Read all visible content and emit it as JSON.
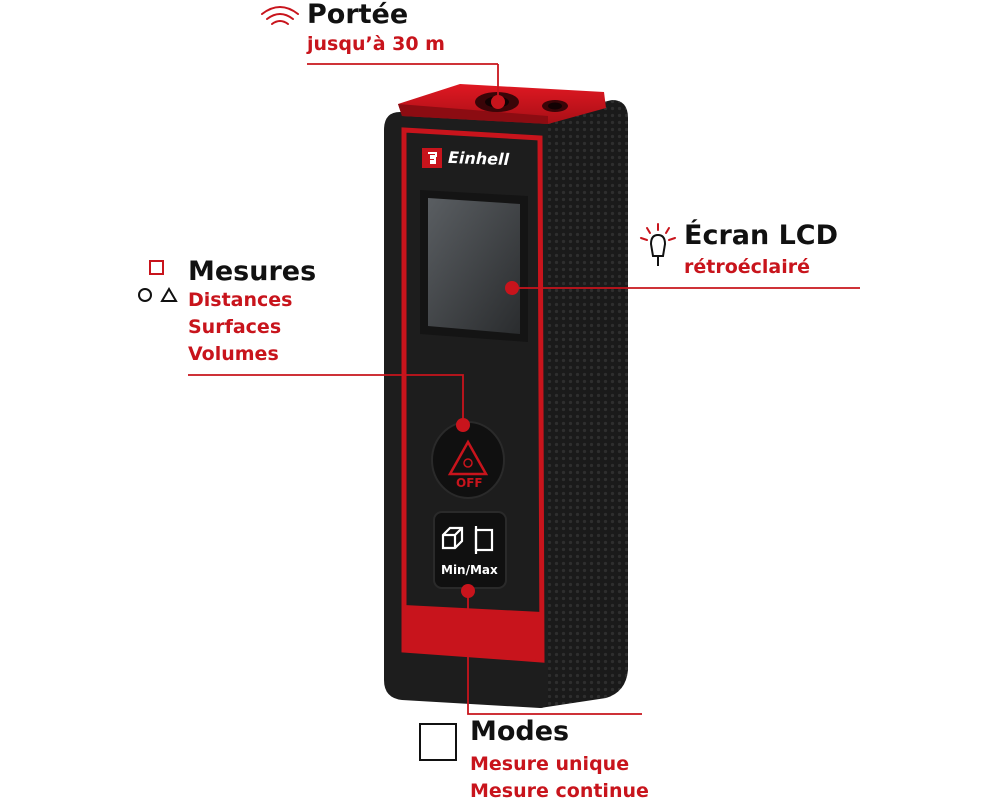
{
  "callouts": {
    "range": {
      "title": "Portée",
      "detail": "jusqu’à 30 m",
      "icon": "signal-waves-icon"
    },
    "display": {
      "title": "Écran LCD",
      "detail": "rétroéclairé",
      "icon": "backlight-bulb-icon"
    },
    "measures": {
      "title": "Mesures",
      "items": [
        "Distances",
        "Surfaces",
        "Volumes"
      ],
      "icon": "shapes-icon"
    },
    "modes": {
      "title": "Modes",
      "items": [
        "Mesure unique",
        "Mesure continue"
      ],
      "icon": "square-icon"
    }
  },
  "device": {
    "brand": "Einhell",
    "power_label": "OFF",
    "mode_label": "Min/Max"
  },
  "colors": {
    "accent": "#c8141c",
    "body": "#1c1c1c",
    "text": "#111111"
  }
}
